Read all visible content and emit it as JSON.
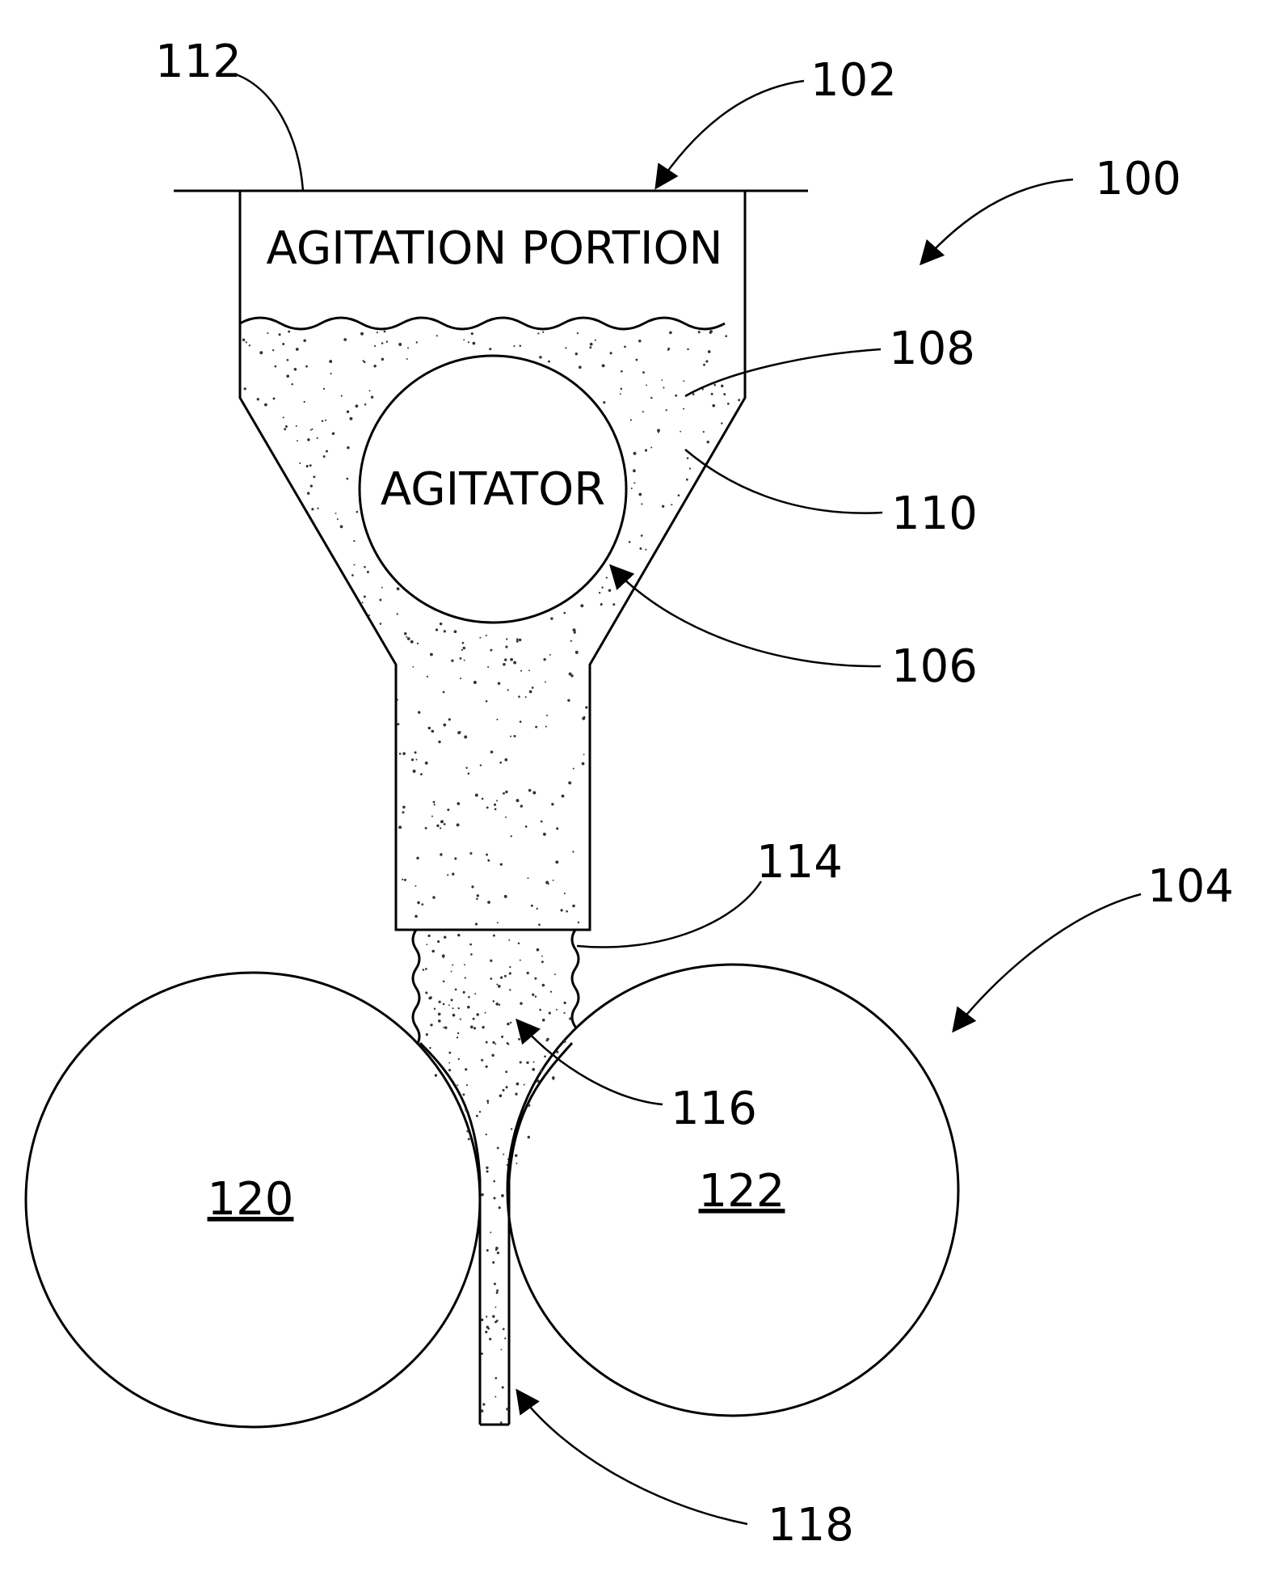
{
  "labels": {
    "agitation_portion": "AGITATION PORTION",
    "agitator": "AGITATOR",
    "roll_left": "120",
    "roll_right": "122"
  },
  "refs": {
    "r100": "100",
    "r102": "102",
    "r104": "104",
    "r106": "106",
    "r108": "108",
    "r110": "110",
    "r112": "112",
    "r114": "114",
    "r116": "116",
    "r118": "118"
  }
}
